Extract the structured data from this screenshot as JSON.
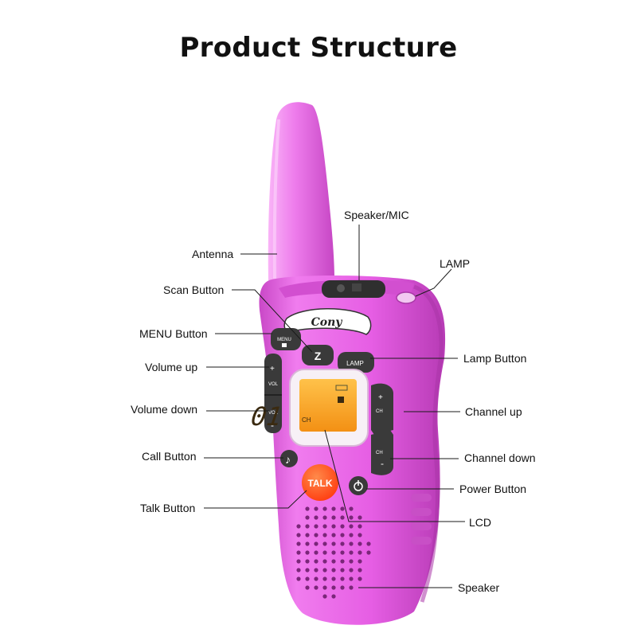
{
  "title": "Product Structure",
  "brand": "Cony",
  "device": {
    "lcd_channel_prefix": "CH",
    "lcd_channel": "01",
    "buttons": {
      "menu": "MENU",
      "lamp": "LAMP",
      "vol_plus": "+",
      "vol": "VOL",
      "vol_minus": "-",
      "ch_plus": "+",
      "ch": "CH",
      "ch_minus": "-",
      "talk": "TALK",
      "scan": "Z"
    }
  },
  "callouts": {
    "speaker_mic": "Speaker/MIC",
    "antenna": "Antenna",
    "lamp": "LAMP",
    "scan_button": "Scan Button",
    "menu_button": "MENU Button",
    "lamp_button": "Lamp Button",
    "volume_up": "Volume up",
    "volume_down": "Volume down",
    "channel_up": "Channel up",
    "channel_down": "Channel down",
    "call_button": "Call Button",
    "power_button": "Power Button",
    "talk_button": "Talk Button",
    "lcd": "LCD",
    "speaker": "Speaker"
  },
  "colors": {
    "body": "#e860e6",
    "body_shadow": "#b53ab3",
    "body_highlight": "#f6a2f4",
    "buttons": "#3a3a3a",
    "talk": "#ff5a1f",
    "lcd": "#f6a21c"
  }
}
